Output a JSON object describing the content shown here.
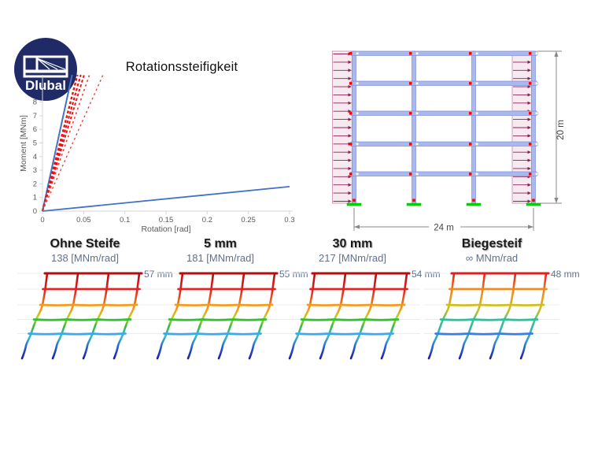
{
  "brand": {
    "logo_text": "Dlubal"
  },
  "chart_data": {
    "type": "line",
    "title": "Rotationssteifigkeit",
    "xlabel": "Rotation [rad]",
    "ylabel": "Moment [MNm]",
    "xlim": [
      0,
      0.3
    ],
    "ylim": [
      0,
      9
    ],
    "grid": false,
    "legend": "none",
    "x_tick_values": [
      0,
      0.05,
      0.1,
      0.15,
      0.2,
      0.25,
      0.3
    ],
    "x_tick_labels": [
      "0",
      "0.05",
      "0.1",
      "0.15",
      "0.2",
      "0.25",
      "0.3"
    ],
    "y_tick_values": [
      0,
      1,
      2,
      3,
      4,
      5,
      6,
      7,
      8
    ],
    "y_tick_labels": [
      "0",
      "1",
      "2",
      "3",
      "4",
      "5",
      "6",
      "7",
      "8"
    ],
    "series": [
      {
        "name": "biegesteif-solid-blue",
        "color": "#4472c4",
        "style": "solid",
        "width": 2.0,
        "x": [
          0,
          0.036
        ],
        "y": [
          0,
          10
        ]
      },
      {
        "name": "rotational-spring-dashed-1",
        "color": "#e81111",
        "style": "dashed",
        "width": 2.4,
        "x": [
          0,
          0.0425
        ],
        "y": [
          0,
          10
        ]
      },
      {
        "name": "rotational-spring-dashed-2",
        "color": "#e81111",
        "style": "dashed",
        "width": 2.1,
        "x": [
          0,
          0.0465
        ],
        "y": [
          0,
          10
        ]
      },
      {
        "name": "rotational-spring-dashed-3",
        "color": "#e81111",
        "style": "dashed",
        "width": 1.9,
        "x": [
          0,
          0.0505
        ],
        "y": [
          0,
          10
        ]
      },
      {
        "name": "rotational-spring-dashed-4",
        "color": "#ee3333",
        "style": "dashed",
        "width": 1.5,
        "x": [
          0,
          0.057
        ],
        "y": [
          0,
          10
        ]
      },
      {
        "name": "rotational-spring-dashed-5",
        "color": "#ee3333",
        "style": "dashed",
        "width": 1.3,
        "x": [
          0,
          0.0735
        ],
        "y": [
          0,
          10
        ]
      },
      {
        "name": "ohne-steife-solid-blue",
        "color": "#4472c4",
        "style": "solid",
        "width": 1.8,
        "x": [
          0,
          0.3
        ],
        "y": [
          0,
          1.8
        ]
      }
    ]
  },
  "frame_diagram": {
    "width_dim": "24 m",
    "height_dim": "20 m",
    "stories": 5,
    "bays": 3
  },
  "cases": [
    {
      "title": "Ohne Steife",
      "stiffness": "138 [MNm/rad]",
      "displacement": "57 mm",
      "palette": "flexible"
    },
    {
      "title": "5 mm",
      "stiffness": "181 [MNm/rad]",
      "displacement": "55 mm",
      "palette": "flexible"
    },
    {
      "title": "30 mm",
      "stiffness": "217 [MNm/rad]",
      "displacement": "54 mm",
      "palette": "flexible"
    },
    {
      "title": "Biegesteif",
      "stiffness": "∞ MNm/rad",
      "displacement": "48 mm",
      "palette": "rigid"
    }
  ],
  "colors": {
    "line_blue": "#4472c4",
    "line_red": "#e81111",
    "axis_gray": "#d6d6d6",
    "tick_text_gray": "#595959",
    "member_fill": "#a9b9ee",
    "member_edge": "#8090dd",
    "load_fill": "#f6e9f0",
    "load_edge": "#c58ca9",
    "load_arrow": "#8b2252",
    "node_red": "#ff0000",
    "support_green": "#00d800",
    "dimension_gray": "#888888",
    "dimension_text": "#444444",
    "logo_navy": "#1f2a66",
    "label_blue_gray": "#5f7090",
    "deformed_palette_flexible": [
      "#b30f0f",
      "#e32222",
      "#f39c1c",
      "#35bd35",
      "#3fa9e8"
    ],
    "deformed_palette_rigid": [
      "#e02020",
      "#f08a1c",
      "#cfc01d",
      "#2ec09a",
      "#3a7fe0"
    ],
    "column_gradient_flexible": [
      [
        "0",
        "#b30f0f"
      ],
      [
        "0.2",
        "#e32222"
      ],
      [
        "0.42",
        "#f39c1c"
      ],
      [
        "0.53",
        "#b9d41a"
      ],
      [
        "0.62",
        "#35bd35"
      ],
      [
        "0.75",
        "#35b8d8"
      ],
      [
        "0.88",
        "#2a57d0"
      ],
      [
        "1",
        "#1b1fa8"
      ]
    ],
    "column_gradient_rigid": [
      [
        "0",
        "#e02020"
      ],
      [
        "0.22",
        "#f08a1c"
      ],
      [
        "0.42",
        "#cfc01d"
      ],
      [
        "0.6",
        "#2ec09a"
      ],
      [
        "0.78",
        "#359fd8"
      ],
      [
        "1",
        "#1b1fa8"
      ]
    ]
  }
}
